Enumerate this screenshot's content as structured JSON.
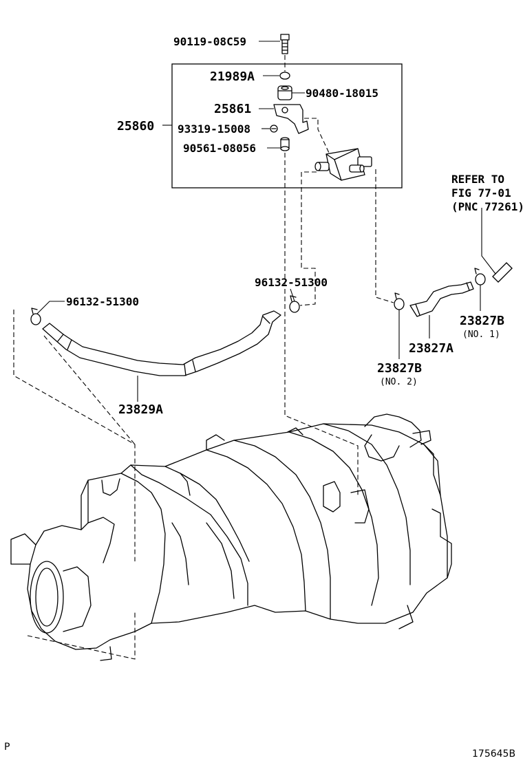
{
  "labels": {
    "p_90119": "90119-08C59",
    "p_21989A": "21989A",
    "p_90480": "90480-18015",
    "p_25861": "25861",
    "p_25860": "25860",
    "p_93319": "93319-15008",
    "p_90561": "90561-08056",
    "refer_line1": "REFER TO",
    "refer_line2": "FIG 77-01",
    "refer_line3": "(PNC 77261)",
    "p_96132_right": "96132-51300",
    "p_96132_left": "96132-51300",
    "p_23827B_no1": "23827B",
    "no1": "(NO. 1)",
    "p_23827A": "23827A",
    "p_23827B_no2": "23827B",
    "no2": "(NO. 2)",
    "p_23829A": "23829A"
  },
  "footer": {
    "left_mark": "P",
    "figure_id": "175645B"
  }
}
